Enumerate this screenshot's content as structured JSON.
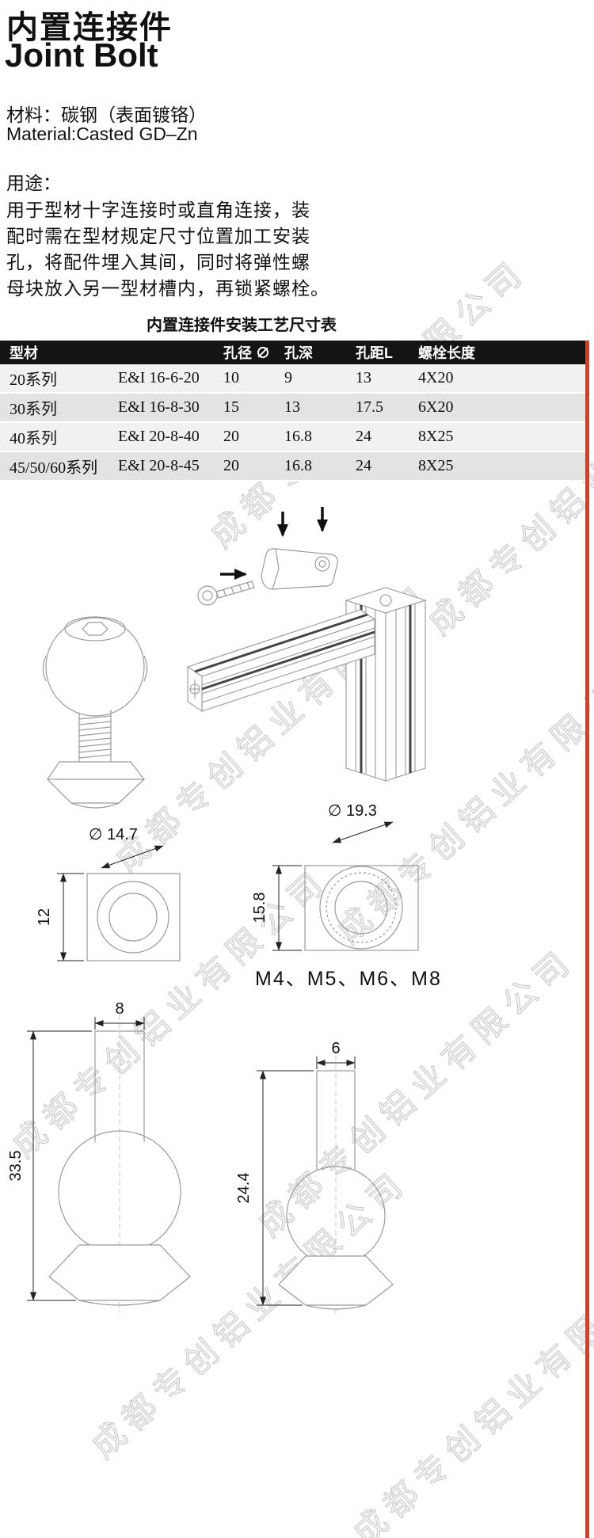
{
  "page": {
    "title_cn": "内置连接件",
    "title_en": "Joint Bolt",
    "material_cn": "材料：碳钢（表面镀铬）",
    "material_en": "Material:Casted GD–Zn",
    "usage_title": "用途：",
    "usage_lines": [
      "用于型材十字连接时或直角连接，装",
      "配时需在型材规定尺寸位置加工安装",
      "孔，将配件埋入其间，同时将弹性螺",
      "母块放入另一型材槽内，再锁紧螺栓。"
    ]
  },
  "table": {
    "title": "内置连接件安装工艺尺寸表",
    "headers": {
      "col1": "型材",
      "col2": "",
      "col3": "孔径 ∅",
      "col4": "孔深",
      "col5": "孔距L",
      "col6": "螺栓长度"
    },
    "rows": [
      [
        "20系列",
        "E&I 16-6-20",
        "10",
        "9",
        "13",
        "4X20"
      ],
      [
        "30系列",
        "E&I 16-8-30",
        "15",
        "13",
        "17.5",
        "6X20"
      ],
      [
        "40系列",
        "E&I 20-8-40",
        "20",
        "16.8",
        "24",
        "8X25"
      ],
      [
        "45/50/60系列",
        "E&I 20-8-45",
        "20",
        "16.8",
        "24",
        "8X25"
      ]
    ]
  },
  "drawings": {
    "square_small": {
      "diameter": "∅ 14.7",
      "height": "12"
    },
    "square_large": {
      "diameter": "∅ 19.3",
      "height": "15.8",
      "thread_sizes": "M4、M5、M6、M8"
    },
    "bolt_large": {
      "width": "8",
      "height": "33.5"
    },
    "bolt_small": {
      "width": "6",
      "height": "24.4"
    }
  },
  "watermark": {
    "text": "成都专创铝业有限公司"
  }
}
